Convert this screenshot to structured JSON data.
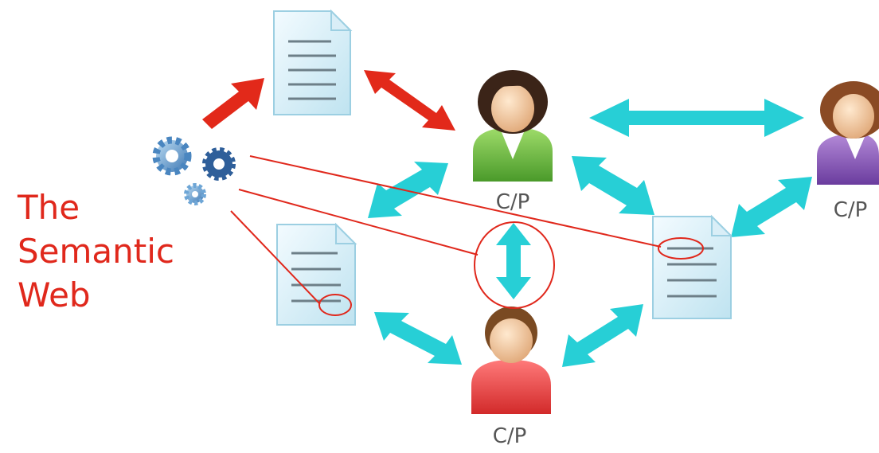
{
  "title_lines": [
    "The",
    "Semantic",
    "Web"
  ],
  "cp_label": "C/P",
  "colors": {
    "title": "#e0281c",
    "red_arrow": "#e2291a",
    "cyan_arrow": "#27cfd6",
    "annotation": "#e0281c",
    "label": "#555555"
  },
  "nodes": [
    {
      "kind": "document",
      "name": "document-top"
    },
    {
      "kind": "document",
      "name": "document-left"
    },
    {
      "kind": "document",
      "name": "document-right"
    },
    {
      "kind": "person",
      "name": "person-top",
      "label": "C/P"
    },
    {
      "kind": "person",
      "name": "person-right",
      "label": "C/P"
    },
    {
      "kind": "person",
      "name": "person-bottom",
      "label": "C/P"
    },
    {
      "kind": "gears",
      "name": "gears-agent"
    }
  ]
}
